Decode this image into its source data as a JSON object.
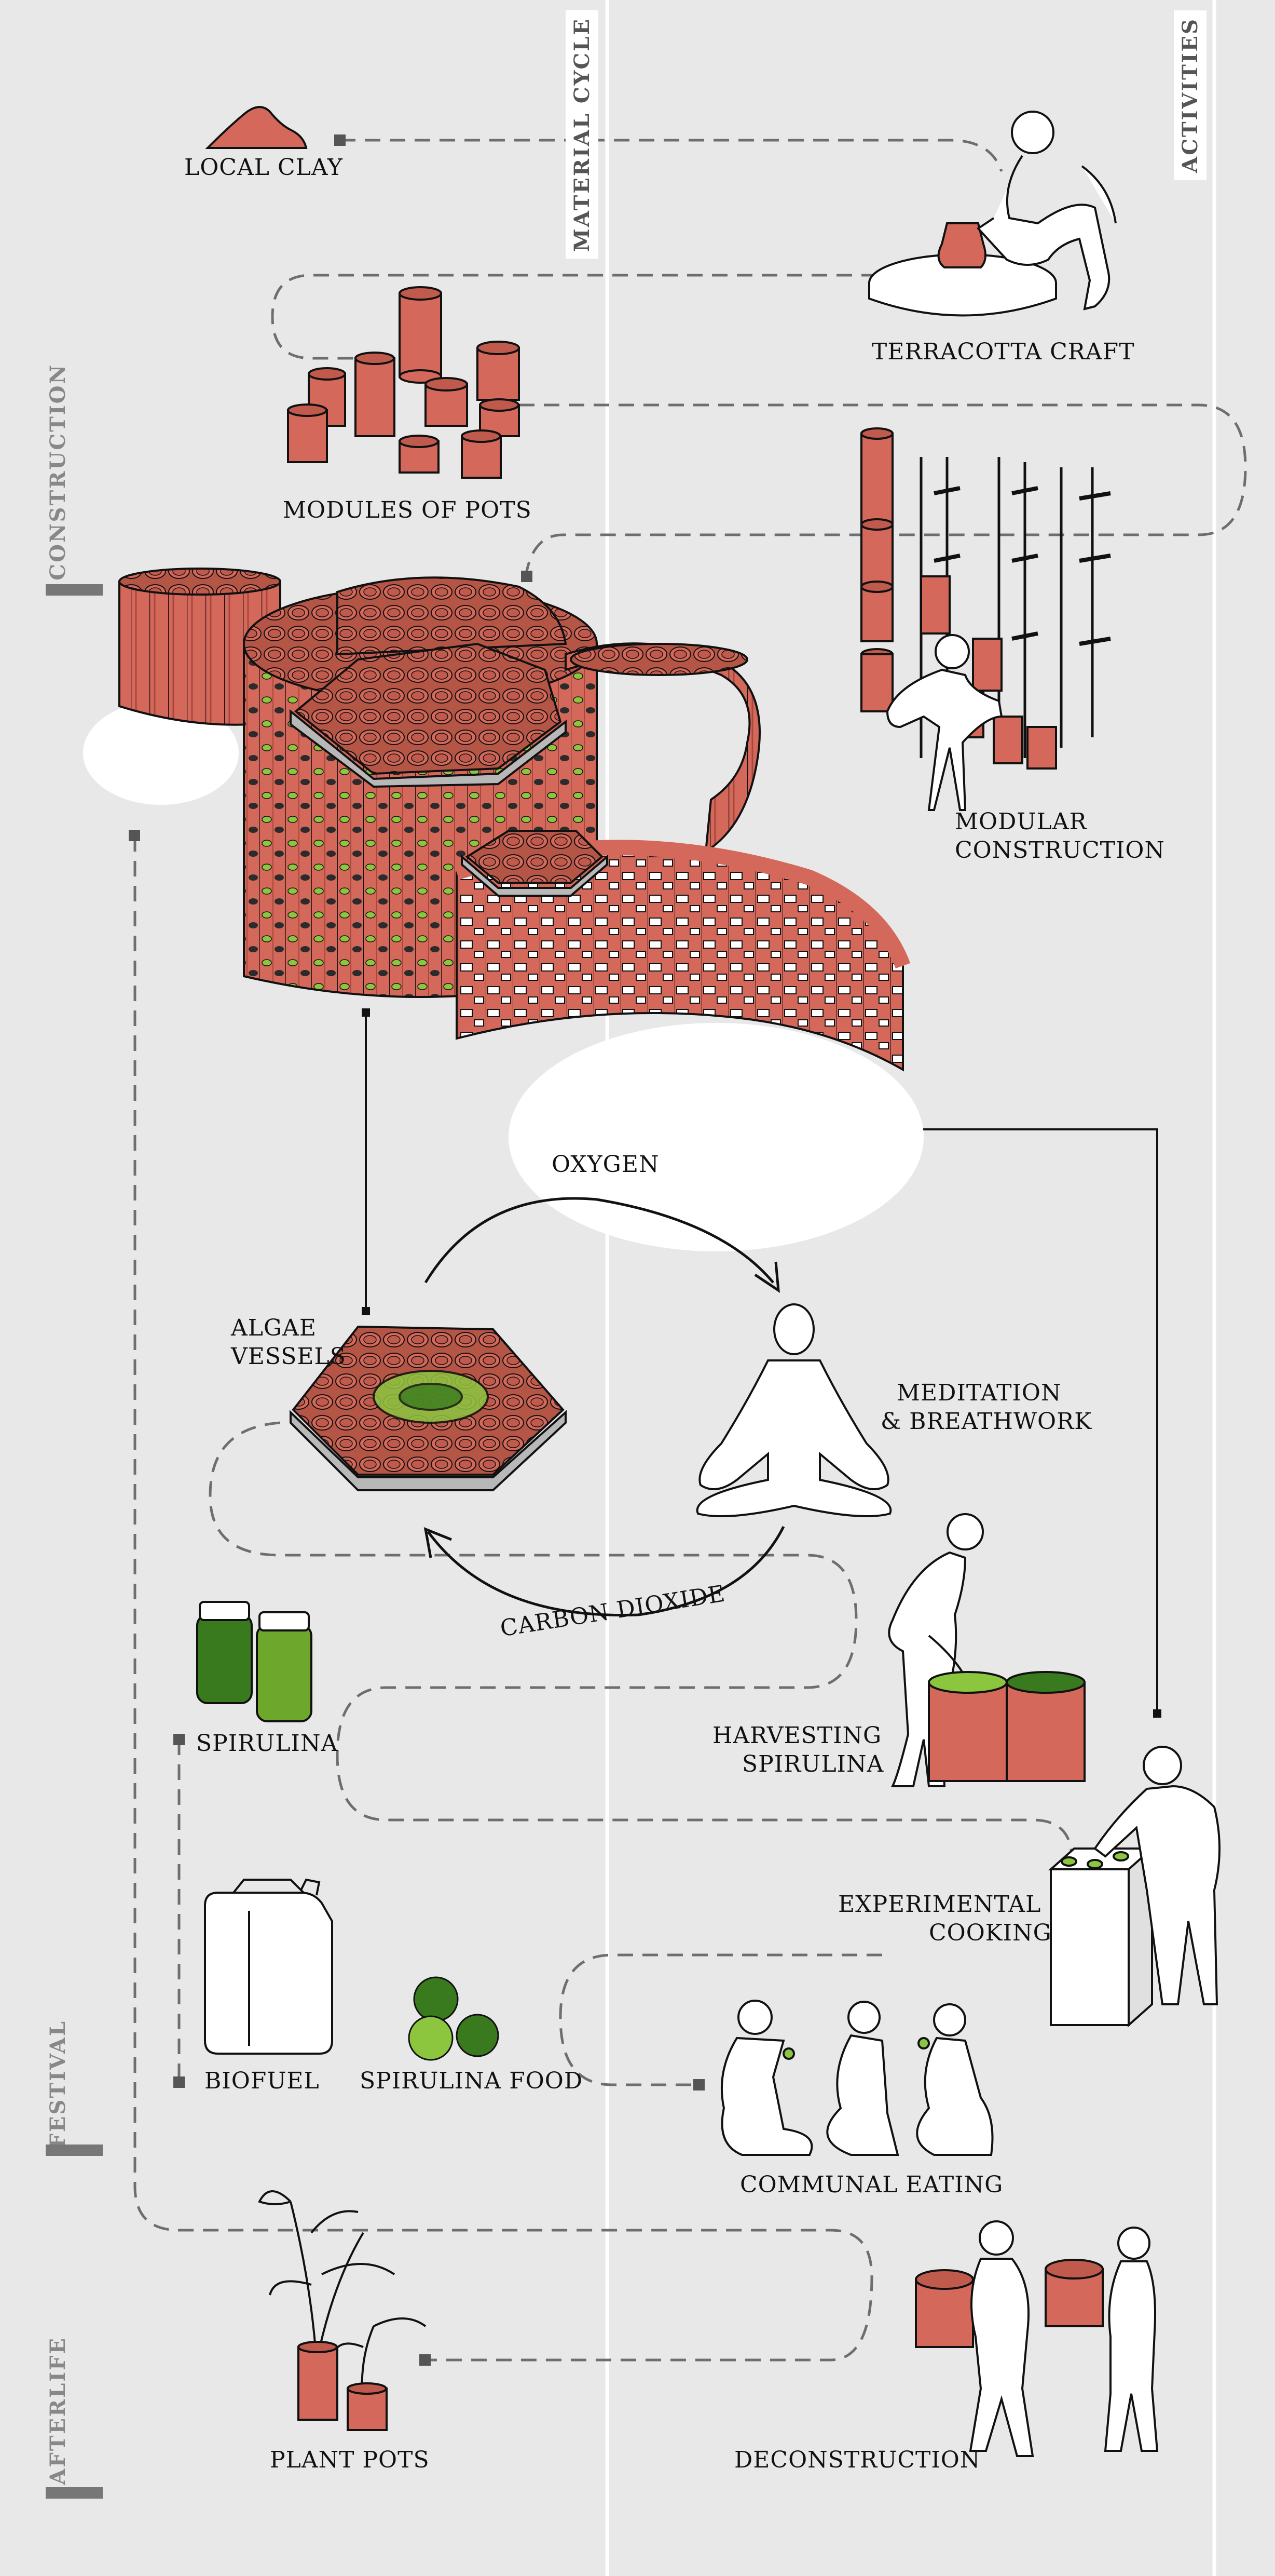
{
  "columns": {
    "material_cycle": "MATERIAL CYCLE",
    "activities": "ACTIVITIES"
  },
  "sections": {
    "construction": "CONSTRUCTION",
    "festival": "FESTIVAL",
    "afterlife": "AFTERLIFE"
  },
  "labels": {
    "local_clay": "LOCAL CLAY",
    "terracotta_craft": "TERRACOTTA CRAFT",
    "modules_of_pots": "MODULES OF POTS",
    "modular_construction_1": "MODULAR",
    "modular_construction_2": "CONSTRUCTION",
    "oxygen": "OXYGEN",
    "algae_vessels_1": "ALGAE",
    "algae_vessels_2": "VESSELS",
    "meditation_1": "MEDITATION",
    "meditation_2": "& BREATHWORK",
    "carbon_dioxide": "CARBON DIOXIDE",
    "spirulina": "SPIRULINA",
    "harvesting_1": "HARVESTING",
    "harvesting_2": "SPIRULINA",
    "experimental_cooking_1": "EXPERIMENTAL",
    "experimental_cooking_2": "COOKING",
    "biofuel": "BIOFUEL",
    "spirulina_food": "SPIRULINA FOOD",
    "communal_eating": "COMMUNAL EATING",
    "plant_pots": "PLANT POTS",
    "deconstruction": "DECONSTRUCTION"
  },
  "colors": {
    "background": "#e8e8e8",
    "terracotta": "#d4685a",
    "terracotta_dark": "#a8483c",
    "algae_light": "#8cc63f",
    "algae_dark": "#3a7a1e",
    "steel": "#b8b8b8",
    "line": "#111111",
    "dashed": "#6e6e6e"
  }
}
